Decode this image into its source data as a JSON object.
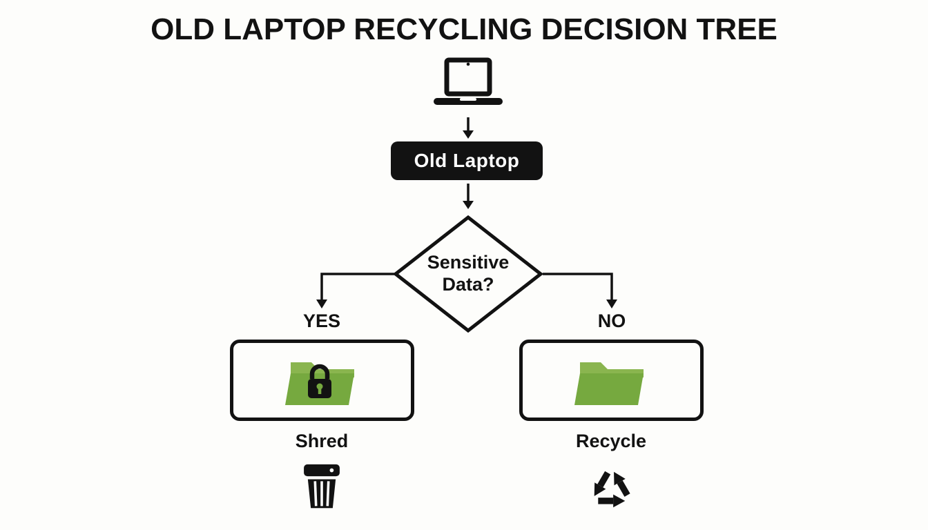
{
  "title": "OLD LAPTOP RECYCLING DECISION TREE",
  "colors": {
    "ink": "#121212",
    "folder_green": "#76a93f",
    "folder_green_light": "#8ab54f",
    "background": "#fdfdfb"
  },
  "header_icon": "laptop-icon",
  "root_node": {
    "label": "Old Laptop"
  },
  "decision_node": {
    "label": "Sensitive Data?"
  },
  "branches": {
    "yes": {
      "label": "YES",
      "outcome_label": "Shred",
      "box_icon": "locked-folder-icon",
      "action_icon": "shredder-icon"
    },
    "no": {
      "label": "NO",
      "outcome_label": "Recycle",
      "box_icon": "folder-icon",
      "action_icon": "recycle-icon"
    }
  }
}
